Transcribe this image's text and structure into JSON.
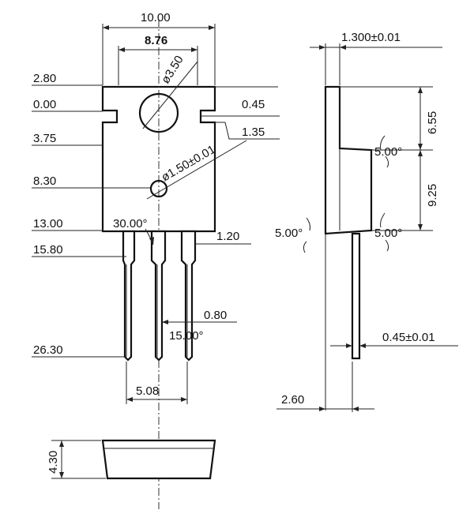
{
  "front_view": {
    "overall_width": "10.00",
    "hole_spacing": "8.76",
    "hole_large_dia": "ø3.50",
    "hole_small_dia": "ø1.50±0.01",
    "left_dims": [
      "2.80",
      "0.00",
      "3.75",
      "8.30",
      "13.00",
      "15.80",
      "26.30"
    ],
    "notch": "0.45",
    "notch_depth": "1.35",
    "lead_angle": "30.00°",
    "lead_shoulder": "1.20",
    "lead_width": "0.80",
    "lead_taper": "15.00°",
    "lead_pitch": "5.08"
  },
  "side_view": {
    "tab_thickness": "1.300±0.01",
    "upper_height": "6.55",
    "lower_height": "9.25",
    "draft_angle_upper": "5.00°",
    "draft_angle_left": "5.00°",
    "draft_angle_right": "5.00°",
    "lead_thickness": "0.45±0.01",
    "offset": "2.60"
  },
  "bottom_view": {
    "height": "4.30"
  }
}
